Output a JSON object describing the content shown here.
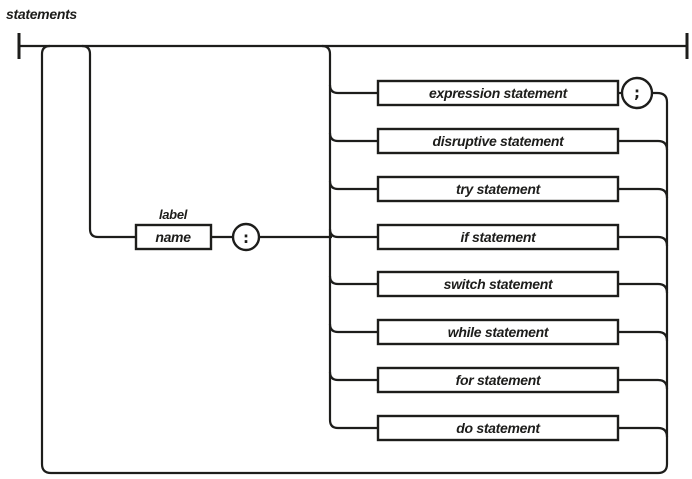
{
  "title": "statements",
  "colors": {
    "line": "#1d1d1b",
    "background": "#ffffff"
  },
  "label_branch": {
    "caption": "label",
    "box_label": "name",
    "separator": ":"
  },
  "rows": [
    {
      "label": "expression statement",
      "terminator": ";"
    },
    {
      "label": "disruptive statement"
    },
    {
      "label": "try statement"
    },
    {
      "label": "if statement"
    },
    {
      "label": "switch statement"
    },
    {
      "label": "while statement"
    },
    {
      "label": "for statement"
    },
    {
      "label": "do statement"
    }
  ]
}
